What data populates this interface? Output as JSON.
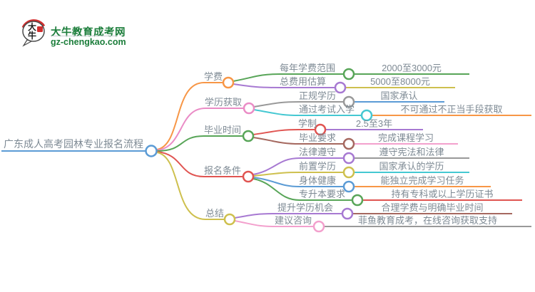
{
  "brand": {
    "name": "大牛教育成考网",
    "domain": "gz-chengkao.com",
    "logo_text": "大牛"
  },
  "root": {
    "label": "广东成人高考园林专业报名流程"
  },
  "branches": [
    {
      "label": "学费",
      "color": "#f79646",
      "children": [
        {
          "label": "每年学费范围",
          "node_color": "#58a558",
          "value": "2000至3000元",
          "value_line_color": "#58a558"
        },
        {
          "label": "总费用估算",
          "node_color": "#a779d2",
          "value": "5000至8000元",
          "value_line_color": "#cec04e"
        }
      ]
    },
    {
      "label": "学历获取",
      "color": "#ea8cc6",
      "children": [
        {
          "label": "正规学历",
          "node_color": "#999999",
          "value": "国家承认",
          "value_line_color": "#5b9bd5"
        },
        {
          "label": "通过考试入学",
          "node_color": "#45c8d2",
          "value": "不可通过不正当手段获取",
          "value_line_color": "#f79646"
        }
      ]
    },
    {
      "label": "毕业时间",
      "color": "#58a558",
      "children": [
        {
          "label": "学制",
          "node_color": "#e05451",
          "value": "2.5至3年",
          "value_line_color": "#a779d2"
        },
        {
          "label": "毕业要求",
          "node_color": "#a5685f",
          "value": "完成课程学习",
          "value_line_color": "#f3a0cd"
        }
      ]
    },
    {
      "label": "报名条件",
      "color": "#e05451",
      "children": [
        {
          "label": "法律遵守",
          "node_color": "#a779d2",
          "value": "遵守宪法和法律",
          "value_line_color": "#999999"
        },
        {
          "label": "前置学历",
          "node_color": "#cec04e",
          "value": "国家承认的学历",
          "value_line_color": "#45c8d2"
        },
        {
          "label": "身体健康",
          "node_color": "#5b9bd5",
          "value": "能独立完成学习任务",
          "value_line_color": "#f79646"
        },
        {
          "label": "专升本要求",
          "node_color": "#58a558",
          "value": "持有专科或以上学历证书",
          "value_line_color": "#e05451"
        }
      ]
    },
    {
      "label": "总结",
      "color": "#cec04e",
      "children": [
        {
          "label": "提升学历机会",
          "node_color": "#a779d2",
          "value": "合理学费与明确毕业时间",
          "value_line_color": "#a5685f"
        },
        {
          "label": "建议咨询",
          "node_color": "#f3a0cd",
          "value": "菲鱼教育成考，在线咨询获取支持",
          "value_line_color": "#999999"
        }
      ]
    }
  ],
  "colors": {
    "root_blue": "#5b9bd5",
    "text_gray": "#7e8a94",
    "brand_green": "#1b7d3a",
    "logo_red": "#cf2e2e"
  }
}
